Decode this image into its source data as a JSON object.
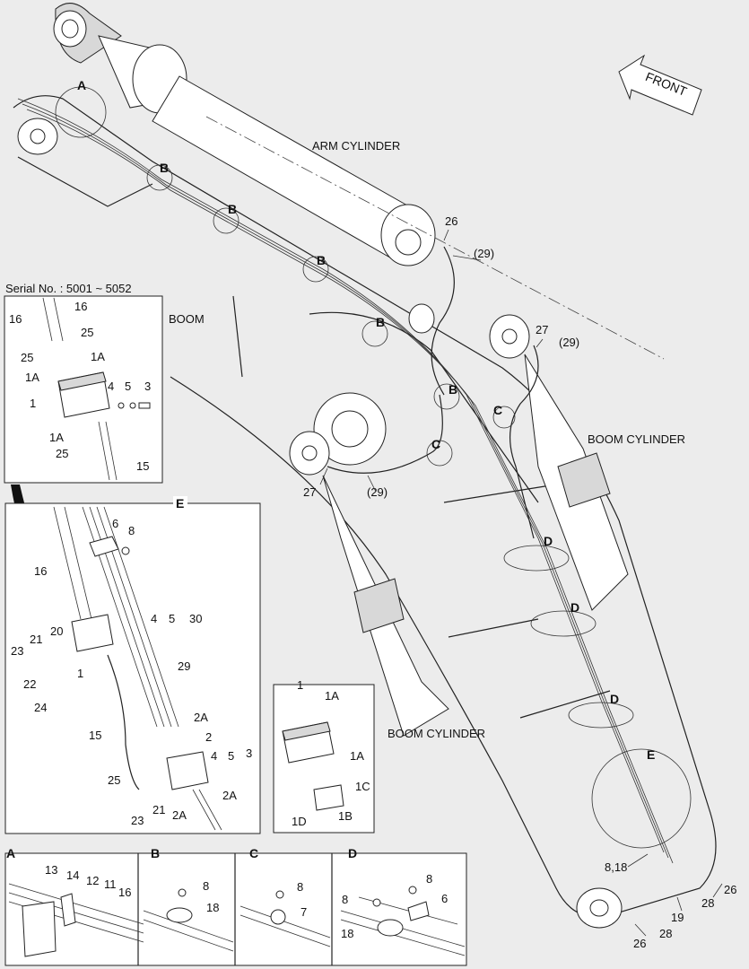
{
  "labels": {
    "front": "FRONT",
    "arm_cylinder": "ARM CYLINDER",
    "boom": "BOOM",
    "boom_cylinder_upper": "BOOM CYLINDER",
    "boom_cylinder_lower": "BOOM CYLINDER",
    "serial": "Serial No. : 5001 ~ 5052"
  },
  "callouts": {
    "A": "A",
    "B": "B",
    "C": "C",
    "D": "D",
    "E": "E"
  },
  "main_numbers": {
    "n26a": "26",
    "n29a": "(29)",
    "n27a": "27",
    "n29b": "(29)",
    "n27b": "27",
    "n29c": "(29)",
    "n818": "8,18",
    "n26b": "26",
    "n28a": "28",
    "n19": "19",
    "n26c": "26",
    "n28b": "28"
  },
  "serial_box": {
    "n16a": "16",
    "n16b": "16",
    "n25a": "25",
    "n25b": "25",
    "n1Aa": "1A",
    "n1Ab": "1A",
    "n1": "1",
    "n4": "4",
    "n5": "5",
    "n3": "3",
    "n1Ac": "1A",
    "n25c": "25",
    "n15": "15"
  },
  "detail_e": {
    "title": "E",
    "n6": "6",
    "n8": "8",
    "n16": "16",
    "n20": "20",
    "n21a": "21",
    "n23a": "23",
    "n1": "1",
    "n22": "22",
    "n24": "24",
    "n4": "4",
    "n5": "5",
    "n30": "30",
    "n29": "29",
    "n2A_a": "2A",
    "n2": "2",
    "n15": "15",
    "n4b": "4",
    "n5b": "5",
    "n3": "3",
    "n25": "25",
    "n2A_b": "2A",
    "n23b": "23",
    "n21b": "21",
    "n2A_c": "2A"
  },
  "detail_1": {
    "n1": "1",
    "n1A_a": "1A",
    "n1A_b": "1A",
    "n1C": "1C",
    "n1D": "1D",
    "n1B": "1B"
  },
  "bottom_details": {
    "A": {
      "title": "A",
      "n13": "13",
      "n14": "14",
      "n12": "12",
      "n11": "11",
      "n16": "16"
    },
    "B": {
      "title": "B",
      "n8": "8",
      "n18": "18"
    },
    "C": {
      "title": "C",
      "n8": "8",
      "n7": "7"
    },
    "D": {
      "title": "D",
      "n8a": "8",
      "n8b": "8",
      "n6": "6",
      "n18": "18"
    }
  }
}
